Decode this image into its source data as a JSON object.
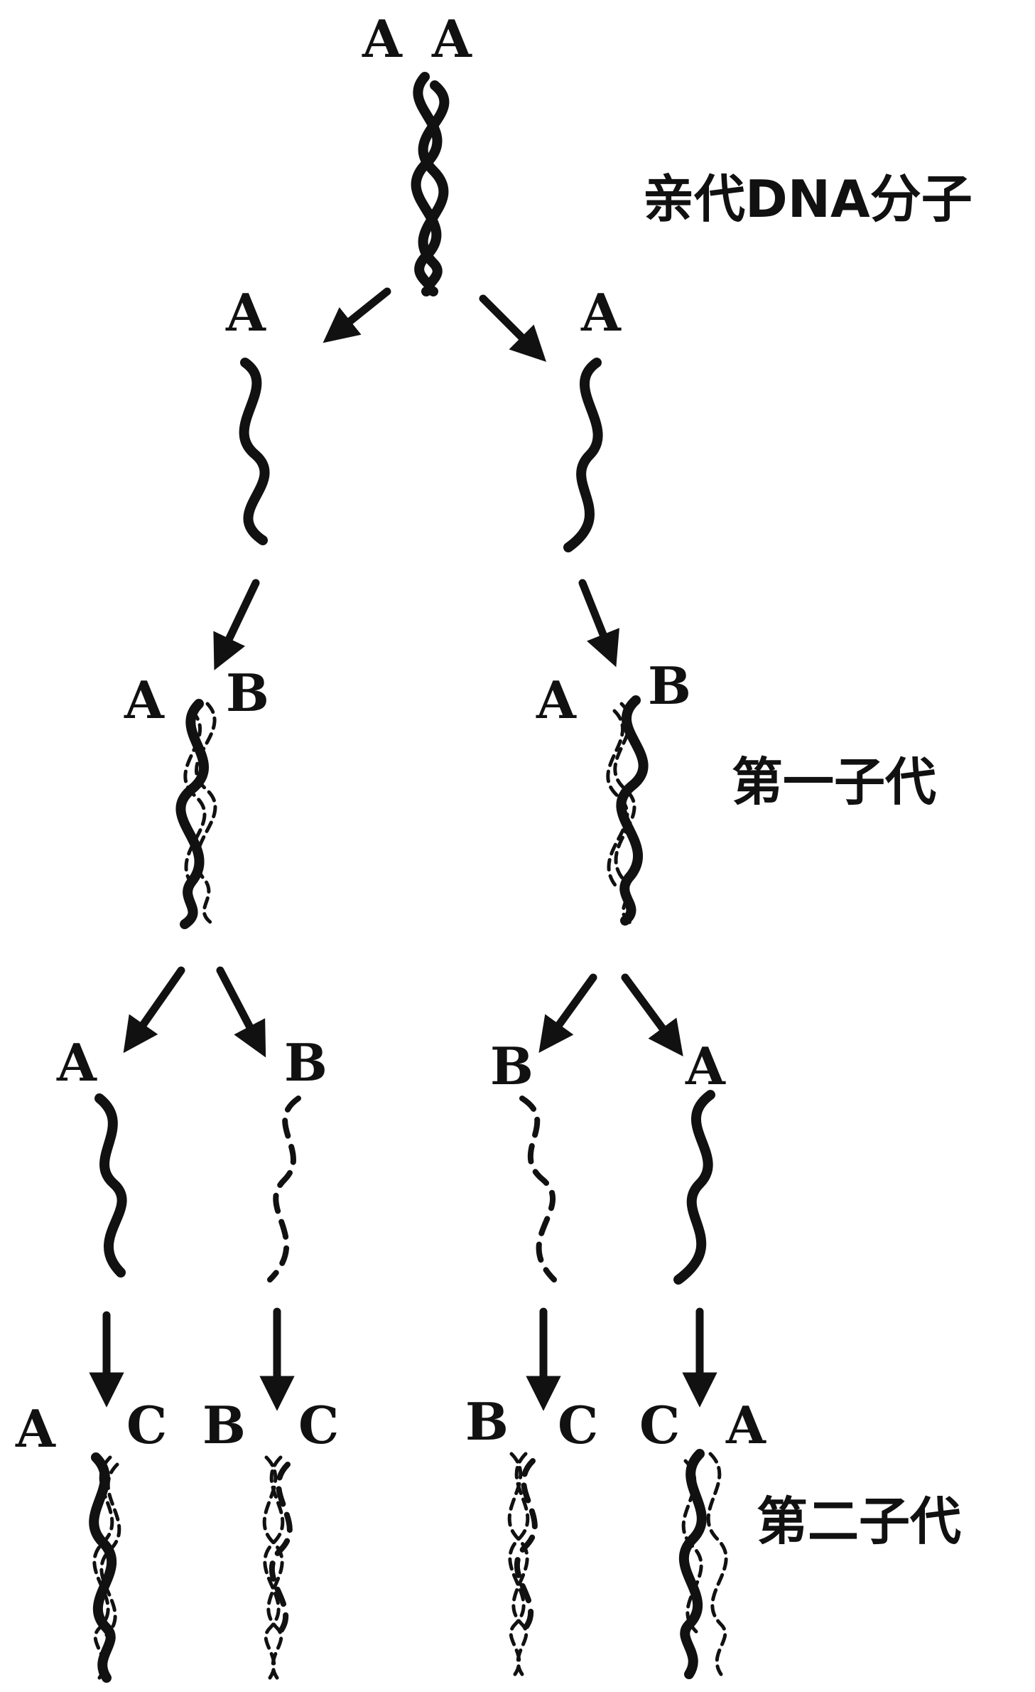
{
  "generations": {
    "parent": "亲代DNA分子",
    "first": "第一子代",
    "second": "第二子代"
  },
  "parent_molecule": {
    "left": "A",
    "right": "A"
  },
  "parent_strands": {
    "left": "A",
    "right": "A"
  },
  "first_gen": [
    {
      "left": "A",
      "right": "B"
    },
    {
      "left": "A",
      "right": "B"
    }
  ],
  "separated_strands": [
    "A",
    "B",
    "B",
    "A"
  ],
  "second_gen": [
    {
      "left": "A",
      "right": "C"
    },
    {
      "left": "B",
      "right": "C"
    },
    {
      "left": "B",
      "right": "C"
    },
    {
      "left": "C",
      "right": "A"
    }
  ]
}
